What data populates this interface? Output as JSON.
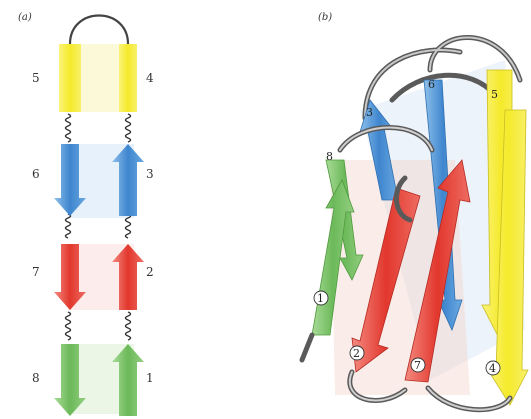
{
  "panels": {
    "a_label": "(a)",
    "b_label": "(b)"
  },
  "panel_a": {
    "left_numbers": [
      "5",
      "6",
      "7",
      "8"
    ],
    "right_numbers": [
      "4",
      "3",
      "2",
      "1"
    ]
  },
  "panel_b": {
    "strand_labels": {
      "s1": "1",
      "s2": "2",
      "s3": "3",
      "s4": "4",
      "s5": "5",
      "s6": "6",
      "s7": "7",
      "s8": "8"
    }
  },
  "colors": {
    "yellow": "#f7ef3c",
    "blue": "#4f95d6",
    "red": "#e8453c",
    "green": "#7dc56a",
    "loop": "#555555"
  }
}
